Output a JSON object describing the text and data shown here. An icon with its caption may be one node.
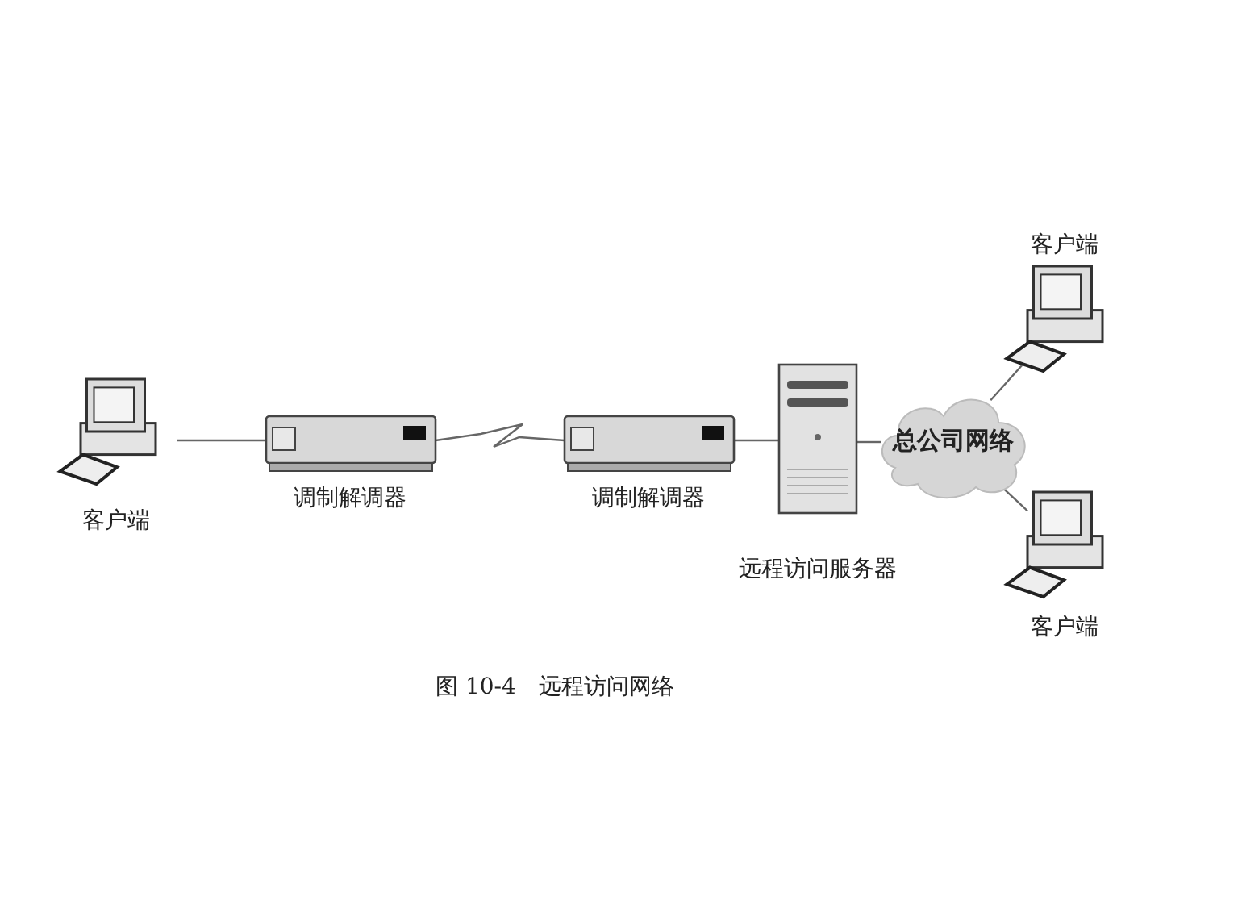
{
  "diagram": {
    "caption": "图 10-4　远程访问网络",
    "nodes": [
      {
        "text": [
          "客户端"
        ]
      },
      {
        "text": [
          "调制解调器"
        ]
      },
      {
        "text": [
          "调制解调器"
        ]
      },
      {
        "text": [
          "远程访问服务器"
        ]
      },
      {
        "text": [
          "总公司网络"
        ]
      },
      {
        "text": [
          "客户端"
        ]
      },
      {
        "text": [
          "客户端"
        ]
      }
    ],
    "edges": [
      {
        "from": 0,
        "to": 1,
        "arrow": "none"
      },
      {
        "from": 1,
        "to": 2,
        "arrow": "none"
      },
      {
        "from": 2,
        "to": 3,
        "arrow": "none"
      },
      {
        "from": 3,
        "to": 4,
        "arrow": "none"
      },
      {
        "from": 4,
        "to": 5,
        "arrow": "none"
      },
      {
        "from": 4,
        "to": 6,
        "arrow": "none"
      }
    ]
  }
}
